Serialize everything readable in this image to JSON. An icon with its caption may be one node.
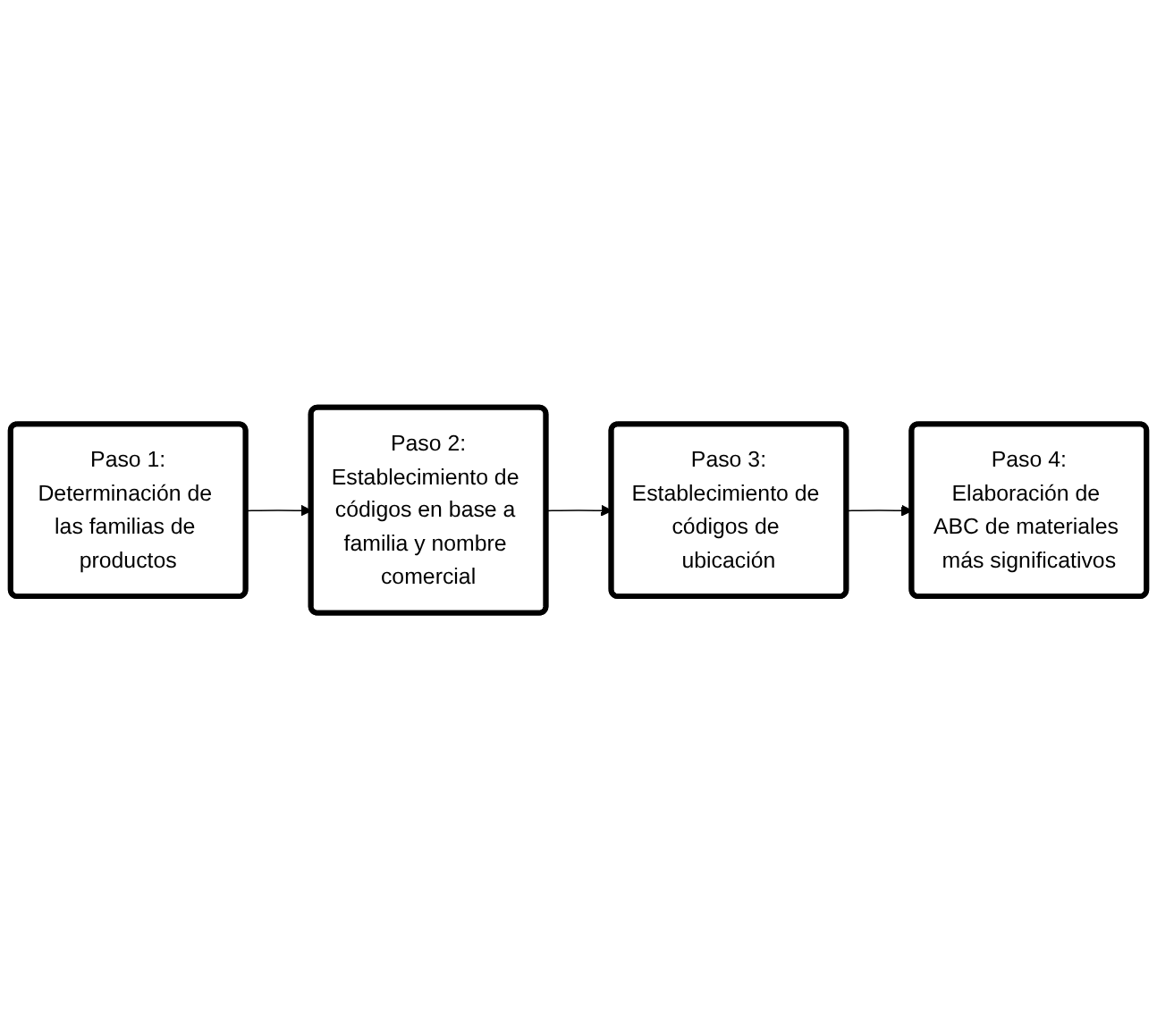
{
  "diagram": {
    "nodes": [
      {
        "text": [
          "Paso 1:",
          "Determinación de las familias de productos"
        ]
      },
      {
        "text": [
          "Paso 2:",
          "Establecimiento de códigos en base a familia y nombre comercial"
        ]
      },
      {
        "text": [
          "Paso 3:",
          "Establecimiento de códigos de ubicación"
        ]
      },
      {
        "text": [
          "Paso 4:",
          "Elaboración de ABC de materiales más significativos"
        ]
      }
    ],
    "edges": [
      {
        "from": 0,
        "to": 1,
        "arrow": "to"
      },
      {
        "from": 1,
        "to": 2,
        "arrow": "to"
      },
      {
        "from": 2,
        "to": 3,
        "arrow": "to"
      }
    ]
  }
}
